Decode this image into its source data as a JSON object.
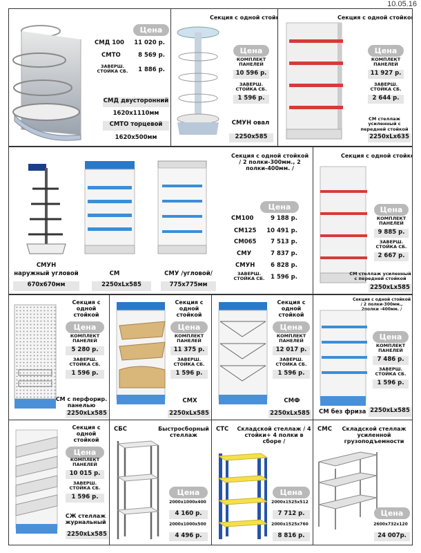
{
  "date": "10.05.16",
  "price_label": "Цена",
  "c1": {
    "rows": [
      {
        "name": "СМД 100",
        "price": "11 020 р."
      },
      {
        "name": "СМТО",
        "price": "8 569 р."
      },
      {
        "name": "ЗАВЕРШ. СТОЙКА СБ.",
        "price": "1 886 р."
      }
    ],
    "d1": "СМД двусторонний",
    "s1": "1620x1110мм",
    "d2": "СМТО торцевой",
    "s2": "1620x500мм"
  },
  "c2": {
    "title": "Секция с одной стойкой",
    "l1": "КОМПЛЕКТ ПАНЕЛЕЙ",
    "p1": "10 596 р.",
    "l2": "ЗАВЕРШ. СТОЙКА СБ.",
    "p2": "1 596 р.",
    "name": "СМУН овал",
    "size": "2250x585"
  },
  "c3": {
    "title": "Секция с одной стойкой",
    "l1": "КОМПЛЕКТ ПАНЕЛЕЙ",
    "p1": "11 927 р.",
    "l2": "ЗАВЕРШ. СТОЙКА СБ.",
    "p2": "2 644 р.",
    "name": "СМ стеллаж усиленный с передней стойкой",
    "size": "2250xLx635"
  },
  "c4": {
    "title": "Секция с одной стойкой / 2 полки-300мм., 2 полки-400мм. /",
    "rows": [
      {
        "name": "СМ100",
        "price": "9 188 р."
      },
      {
        "name": "СМ125",
        "price": "10 491 р."
      },
      {
        "name": "СМ065",
        "price": "7 513 р."
      },
      {
        "name": "СМУ",
        "price": "7 837 р."
      },
      {
        "name": "СМУН",
        "price": "6 828 р."
      },
      {
        "name": "ЗАВЕРШ. СТОЙКА СБ.",
        "price": "1 596 р."
      }
    ],
    "n1": "СМУН",
    "n1b": "наружный угловой",
    "s1": "670x670мм",
    "n2": "СМ",
    "s2": "2250xLx585",
    "n3": "СМУ /угловой/",
    "s3": "775x775мм"
  },
  "c5": {
    "title": "Секция с одной стойкой",
    "l1": "КОМПЛЕКТ ПАНЕЛЕЙ",
    "p1": "9 885 р.",
    "l2": "ЗАВЕРШ. СТОЙКА СБ.",
    "p2": "2 667 р.",
    "name": "СМ стеллаж усиленный с передней стойкой",
    "size": "2250xLx585"
  },
  "c6": {
    "title": "Секция с одной стойкой",
    "l1": "КОМПЛЕКТ ПАНЕЛЕЙ",
    "p1": "5 280 р.",
    "l2": "ЗАВЕРШ. СТОЙКА СБ.",
    "p2": "1 596 р.",
    "name": "СМ с перфорир. панелью",
    "size": "2250xLx585"
  },
  "c7": {
    "title": "Секция с одной стойкой",
    "l1": "КОМПЛЕКТ ПАНЕЛЕЙ",
    "p1": "11 375 р.",
    "l2": "ЗАВЕРШ. СТОЙКА СБ.",
    "p2": "1 596 р.",
    "name": "СМХ",
    "size": "2250xLx585"
  },
  "c8": {
    "title": "Секция с одной стойкой",
    "l1": "КОМПЛЕКТ ПАНЕЛЕЙ",
    "p1": "12 017 р.",
    "l2": "ЗАВЕРШ. СТОЙКА СБ.",
    "p2": "1 596 р.",
    "name": "СМФ",
    "size": "2250xLx585"
  },
  "c9": {
    "title": "Секция с одной стойкой / 2 полки-300мм., 2полки -400мм. /",
    "l1": "КОМПЛЕКТ ПАНЕЛЕЙ",
    "p1": "7 486 р.",
    "l2": "ЗАВЕРШ. СТОЙКА СБ.",
    "p2": "1 596 р.",
    "name": "СМ без фриза",
    "size": "2250xLx585"
  },
  "c10": {
    "title": "Секция с одной стойкой",
    "l1": "КОМПЛЕКТ ПАНЕЛЕЙ",
    "p1": "10 015 р.",
    "l2": "ЗАВЕРШ. СТОЙКА СБ.",
    "p2": "1 596 р.",
    "name": "СЖ стеллаж журнальный",
    "size": "2250xLx585"
  },
  "c11": {
    "code": "СБС",
    "title": "Быстросборный стеллаж",
    "s1": "2000x1000x400",
    "p1": "4 160 р.",
    "s2": "2000x1000x500",
    "p2": "4 496 р."
  },
  "c12": {
    "code": "СТС",
    "title": "Складской стеллаж / 4 стойки+ 4 полки в сборе /",
    "s1": "2000x1525x512",
    "p1": "7 712 р.",
    "s2": "2000x1525x760",
    "p2": "8 816 р."
  },
  "c13": {
    "code": "СМС",
    "title": "Складской стеллаж усиленной грузоподъемности",
    "s1": "2600x732x120",
    "p1": "24 007р."
  }
}
